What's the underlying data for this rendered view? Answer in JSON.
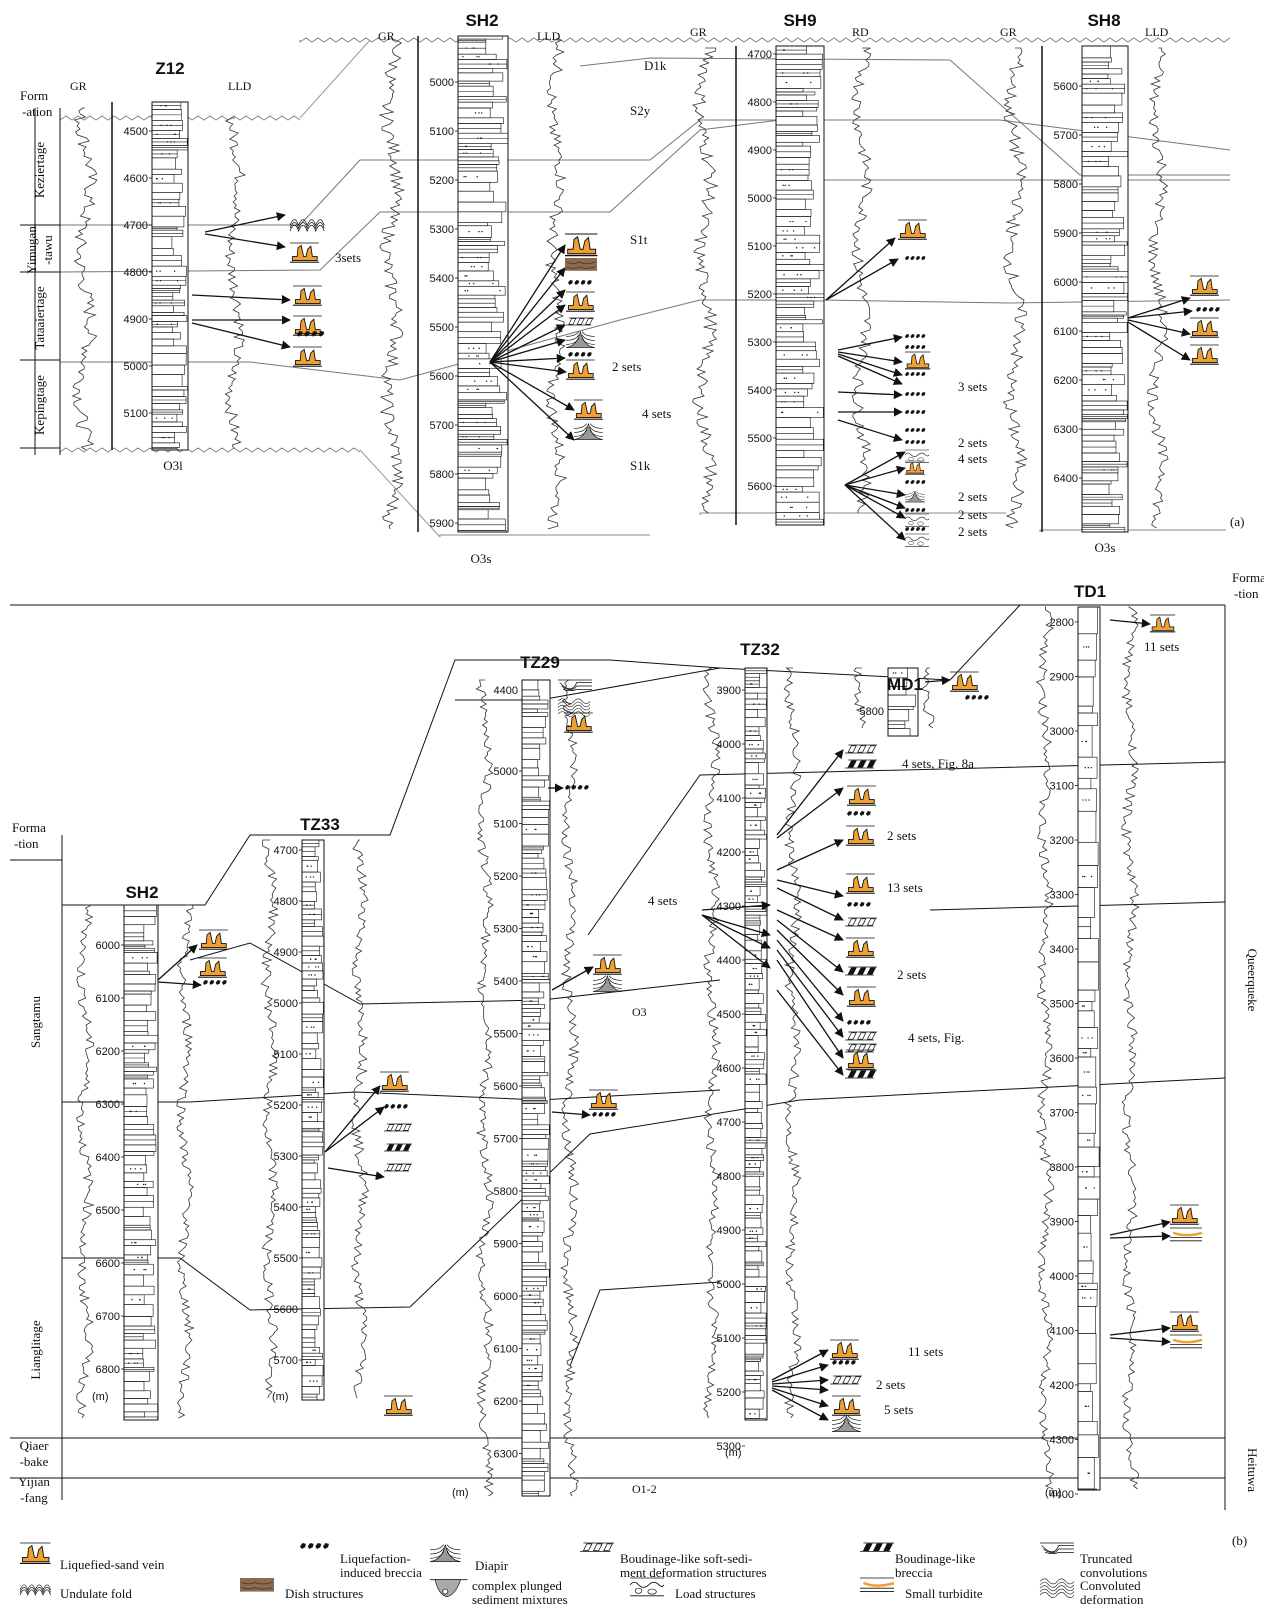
{
  "panel_a": {
    "label": "(a)",
    "formation_header": [
      "Form",
      "-ation"
    ],
    "formations": [
      {
        "name": "Keziertage"
      },
      {
        "name": "Yimugan -tawu",
        "lines": [
          "Yimugan",
          "-tawu"
        ]
      },
      {
        "name": "Tataaiertage"
      },
      {
        "name": "Kepingtage"
      }
    ],
    "units": [
      "D1k",
      "S2y",
      "S1t",
      "S1k"
    ],
    "bottom_units": [
      "O3l",
      "O3s",
      "O3s"
    ],
    "wells": [
      {
        "name": "Z12",
        "logs": [
          "GR",
          "LLD"
        ],
        "depths": [
          "4500",
          "4600",
          "4700",
          "4800",
          "4900",
          "5000",
          "5100"
        ]
      },
      {
        "name": "SH2",
        "logs": [
          "GR",
          "LLD"
        ],
        "depths": [
          "5000",
          "5100",
          "5200",
          "5300",
          "5400",
          "5500",
          "5600",
          "5700",
          "5800",
          "5900"
        ]
      },
      {
        "name": "SH9",
        "logs": [
          "GR",
          "RD"
        ],
        "depths": [
          "4700",
          "4800",
          "4900",
          "5000",
          "5100",
          "5200",
          "5300",
          "5400",
          "5500",
          "5600"
        ]
      },
      {
        "name": "SH8",
        "logs": [
          "GR",
          "LLD"
        ],
        "depths": [
          "5600",
          "5700",
          "5800",
          "5900",
          "6000",
          "6100",
          "6200",
          "6300",
          "6400"
        ]
      }
    ],
    "annotations": [
      "3sets",
      "2 sets",
      "4 sets",
      "3 sets",
      "2 sets",
      "4 sets",
      "2 sets",
      "2 sets",
      "2 sets"
    ]
  },
  "panel_b": {
    "label": "(b)",
    "formation_header_left": [
      "Forma",
      "-tion"
    ],
    "formation_header_right": [
      "Forma",
      "-tion"
    ],
    "formations_left": [
      "Sangtamu",
      "Lianglitage",
      "Qiaer -bake",
      "Yijian -fang"
    ],
    "formations_left_lines": [
      [
        "Sangtamu"
      ],
      [
        "Lianglitage"
      ],
      [
        "Qiaer",
        "-bake"
      ],
      [
        "Yijian",
        "-fang"
      ]
    ],
    "formations_right": [
      "Queerqueke",
      "Heituwa"
    ],
    "units": [
      "O3",
      "O1-2"
    ],
    "meter": "(m)",
    "wells": [
      {
        "name": "SH2",
        "depths": [
          "6000",
          "6100",
          "6200",
          "6300",
          "6400",
          "6500",
          "6600",
          "6700",
          "6800"
        ]
      },
      {
        "name": "TZ33",
        "depths": [
          "4700",
          "4800",
          "4900",
          "5000",
          "5100",
          "5200",
          "5300",
          "5400",
          "5500",
          "5600",
          "5700"
        ]
      },
      {
        "name": "TZ29",
        "depths": [
          "4400",
          "5000",
          "5100",
          "5200",
          "5300",
          "5400",
          "5500",
          "5600",
          "5700",
          "5800",
          "5900",
          "6000",
          "6100",
          "6200",
          "6300"
        ]
      },
      {
        "name": "TZ32",
        "depths": [
          "3900",
          "4000",
          "4100",
          "4200",
          "4300",
          "4400",
          "4500",
          "4600",
          "4700",
          "4800",
          "4900",
          "5000",
          "5100",
          "5200",
          "5300"
        ]
      },
      {
        "name": "MD1",
        "depths": [
          "5800"
        ]
      },
      {
        "name": "TD1",
        "depths": [
          "2800",
          "2900",
          "3000",
          "3100",
          "3200",
          "3300",
          "3400",
          "3500",
          "3600",
          "3700",
          "3800",
          "3900",
          "4000",
          "4100",
          "4200",
          "4300",
          "4400"
        ]
      }
    ],
    "annotations": [
      "4 sets, Fig. 8a",
      "2 sets",
      "13 sets",
      "4 sets",
      "2 sets",
      "4 sets, Fig.",
      "11 sets",
      "2 sets",
      "5 sets",
      "11 sets"
    ]
  },
  "legend": [
    {
      "icon": "liquefied-sand-vein",
      "label": "Liquefied-sand vein"
    },
    {
      "icon": "liquefaction-breccia",
      "label": "Liquefaction-induced breccia",
      "lines": [
        "Liquefaction-",
        "induced breccia"
      ]
    },
    {
      "icon": "diapir",
      "label": "Diapir"
    },
    {
      "icon": "boudinage-sds",
      "label": "Boudinage-like soft-sediment deformation structures",
      "lines": [
        "Boudinage-like soft-sedi-",
        "ment deformation structures"
      ]
    },
    {
      "icon": "boudinage-breccia",
      "label": "Boudinage-like breccia",
      "lines": [
        "Boudinage-like",
        "breccia"
      ]
    },
    {
      "icon": "truncated-convolutions",
      "label": "Truncated convolutions",
      "lines": [
        "Truncated",
        "convolutions"
      ]
    },
    {
      "icon": "undulate-fold",
      "label": "Undulate fold"
    },
    {
      "icon": "dish-structures",
      "label": "Dish structures"
    },
    {
      "icon": "plunged-mixtures",
      "label": "complex plunged sediment mixtures",
      "lines": [
        "complex plunged",
        "sediment mixtures"
      ]
    },
    {
      "icon": "load-structures",
      "label": "Load structures"
    },
    {
      "icon": "small-turbidite",
      "label": "Small turbidite"
    },
    {
      "icon": "convoluted-deformation",
      "label": "Convoluted deformation",
      "lines": [
        "Convoluted",
        "deformation"
      ]
    }
  ],
  "colors": {
    "sand": "#f0a030",
    "ink": "#111111",
    "line": "#555555",
    "dish": "#8b6a50"
  }
}
